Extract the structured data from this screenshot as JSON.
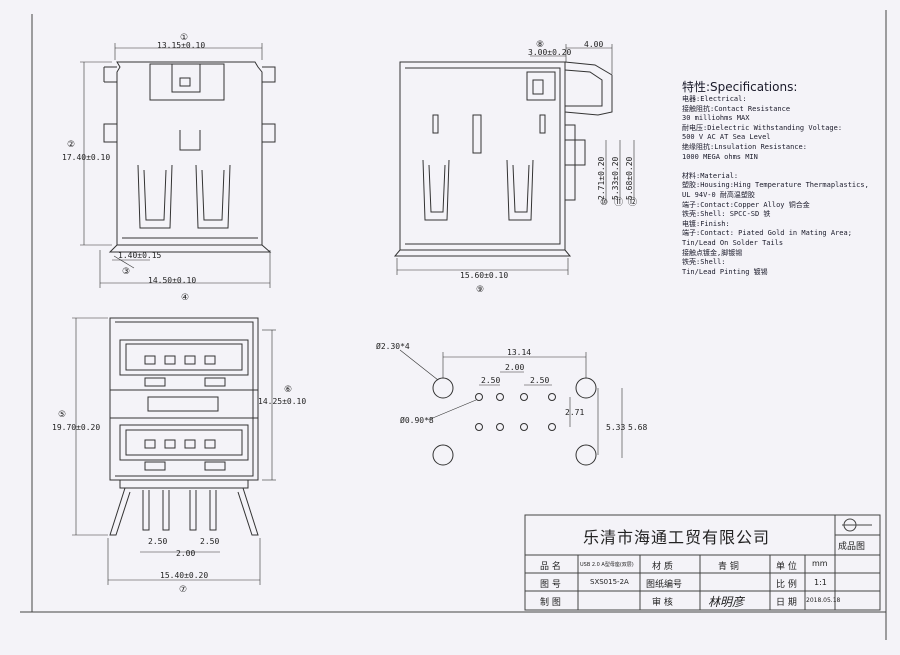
{
  "drawing": {
    "front_view": {
      "dim_width_top": "13.15±0.10",
      "dim_height_left": "17.40±0.10",
      "dim_tab": "1.40±0.15",
      "dim_width_bottom": "14.50±0.10",
      "callouts": [
        "①",
        "②",
        "③",
        "④"
      ]
    },
    "side_view": {
      "dim_top_small": "3.00±0.20",
      "dim_top_right": "4.00",
      "dim_v1": "2.71±0.20",
      "dim_v2": "5.33±0.20",
      "dim_v3": "5.68±0.20",
      "dim_bottom": "15.60±0.10",
      "callouts": [
        "⑧",
        "⑨",
        "⑩",
        "⑪",
        "⑫"
      ]
    },
    "bottom_view": {
      "dim_left": "19.70±0.20",
      "dim_right": "14.25±0.10",
      "dim_pin1": "2.50",
      "dim_pin2": "2.50",
      "dim_pin_mid": "2.00",
      "dim_bottom": "15.40±0.20",
      "callouts": [
        "⑤",
        "⑥",
        "⑦"
      ]
    },
    "pcb_layout": {
      "dim_big_hole": "Ø2.30*4",
      "dim_small_hole": "Ø0.90*8",
      "dim_span": "13.14",
      "dim_mid": "2.00",
      "dim_p1": "2.50",
      "dim_p2": "2.50",
      "dim_v1": "2.71",
      "dim_v2": "5.33",
      "dim_v3": "5.68"
    }
  },
  "specifications": {
    "title": "特性:Specifications:",
    "lines": [
      "电器:Electrical:",
      "   接触阻抗:Contact Resistance",
      "              30 milliohms MAX",
      "   耐电压:Dielectric Withstanding Voltage:",
      "              500 V AC AT Sea Level",
      "   绝缘阻抗:Lnsulation Resistance:",
      "              1000 MEGA ohms MIN",
      "",
      "材料:Material:",
      "   塑胶:Housing:Hing Temperature Thermaplastics,",
      "              UL 94V-0  耐高温塑胶",
      "   端子:Contact:Copper Alloy 铜合金",
      "   铁壳:Shell: SPCC-SD    铁",
      "电镀:Finish:",
      "   端子:Contact: Piated Gold in Mating Area;",
      "              Tin/Lead On Solder Tails",
      "              接触点镀金,脚镀锡",
      "   铁壳:Shell:",
      "   Tin/Lead Pinting            镀锡"
    ]
  },
  "title_block": {
    "company": "乐清市海通工贸有限公司",
    "stamp": "成品图",
    "label_name": "品 名",
    "value_name": "USB 2.0 A型母座(双层)",
    "label_material": "材 质",
    "label_copper": "青 铜",
    "label_unit": "单 位",
    "value_unit": "mm",
    "label_drawing_no": "图 号",
    "value_drawing_no": "SXS015-2A",
    "label_paper_no": "图纸编号",
    "label_ratio": "比 例",
    "value_ratio": "1:1",
    "label_draw": "制 图",
    "label_review": "审 核",
    "value_signature": "林明彦",
    "label_date": "日 期",
    "value_date": "2018.05.18"
  }
}
